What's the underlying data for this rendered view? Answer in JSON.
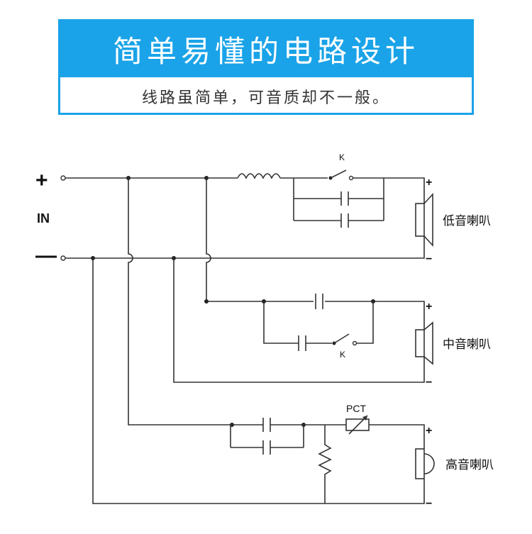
{
  "banner": {
    "title": "简单易懂的电路设计",
    "subtitle": "线路虽简单，可音质却不一般。"
  },
  "input": {
    "plus": "+",
    "label": "IN",
    "minus": "—"
  },
  "switch_label": "K",
  "pct_label": "PCT",
  "speakers": {
    "bass": {
      "label": "低音喇叭",
      "plus": "+",
      "minus": "−"
    },
    "mid": {
      "label": "中音喇叭",
      "plus": "+",
      "minus": "−"
    },
    "tweeter": {
      "label": "高音喇叭",
      "plus": "+",
      "minus": "−"
    }
  },
  "colors": {
    "banner": "#1aa3e8",
    "wire": "#333333"
  }
}
